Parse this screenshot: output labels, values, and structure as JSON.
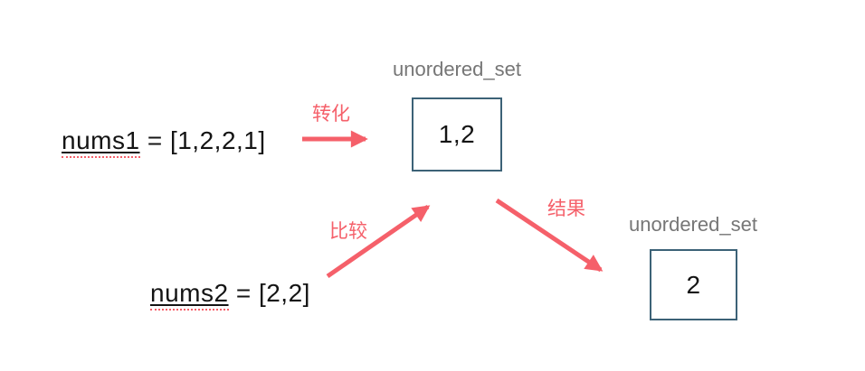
{
  "colors": {
    "accent_red": "#f5606a",
    "box_border": "#3c6277",
    "label_gray": "#767676",
    "text_black": "#141414"
  },
  "variables": {
    "nums1": {
      "name": "nums1",
      "assignment": " = [1,2,2,1]"
    },
    "nums2": {
      "name": "nums2",
      "assignment": " = [2,2]"
    }
  },
  "sets": {
    "set1": {
      "type_label": "unordered_set",
      "value": "1,2"
    },
    "set2": {
      "type_label": "unordered_set",
      "value": "2"
    }
  },
  "arrows": {
    "transform": {
      "label": "转化"
    },
    "compare": {
      "label": "比较"
    },
    "result": {
      "label": "结果"
    }
  }
}
